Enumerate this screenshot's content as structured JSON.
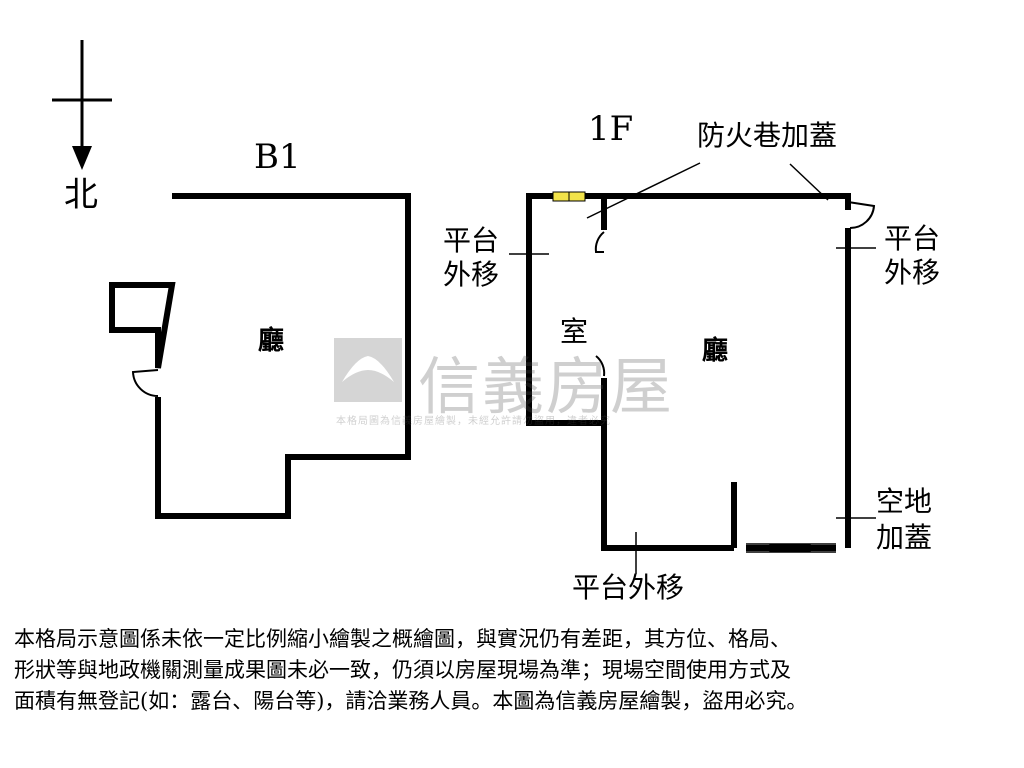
{
  "compass": {
    "north_label": "北"
  },
  "floors": {
    "b1": {
      "title": "B1",
      "room_label": "廳"
    },
    "f1": {
      "title": "1F",
      "room_label": "廳",
      "small_room_label": "室",
      "annotations": {
        "fire_lane": "防火巷加蓋",
        "platform_left": "平台\n外移",
        "platform_right": "平台\n外移",
        "open_space": "空地\n加蓋",
        "platform_bottom": "平台外移"
      }
    }
  },
  "watermark": {
    "brand": "信義房屋",
    "notice": "本格局圖為信義房屋繪製，未經允許請勿盜用，違者必究"
  },
  "disclaimer": "本格局示意圖係未依一定比例縮小繪製之概繪圖，與實況仍有差距，其方位、格局、\n形狀等與地政機關測量成果圖未必一致，仍須以房屋現場為準；現場空間使用方式及\n面積有無登記(如：露台、陽台等)，請洽業務人員。本圖為信義房屋繪製，盜用必究。"
}
